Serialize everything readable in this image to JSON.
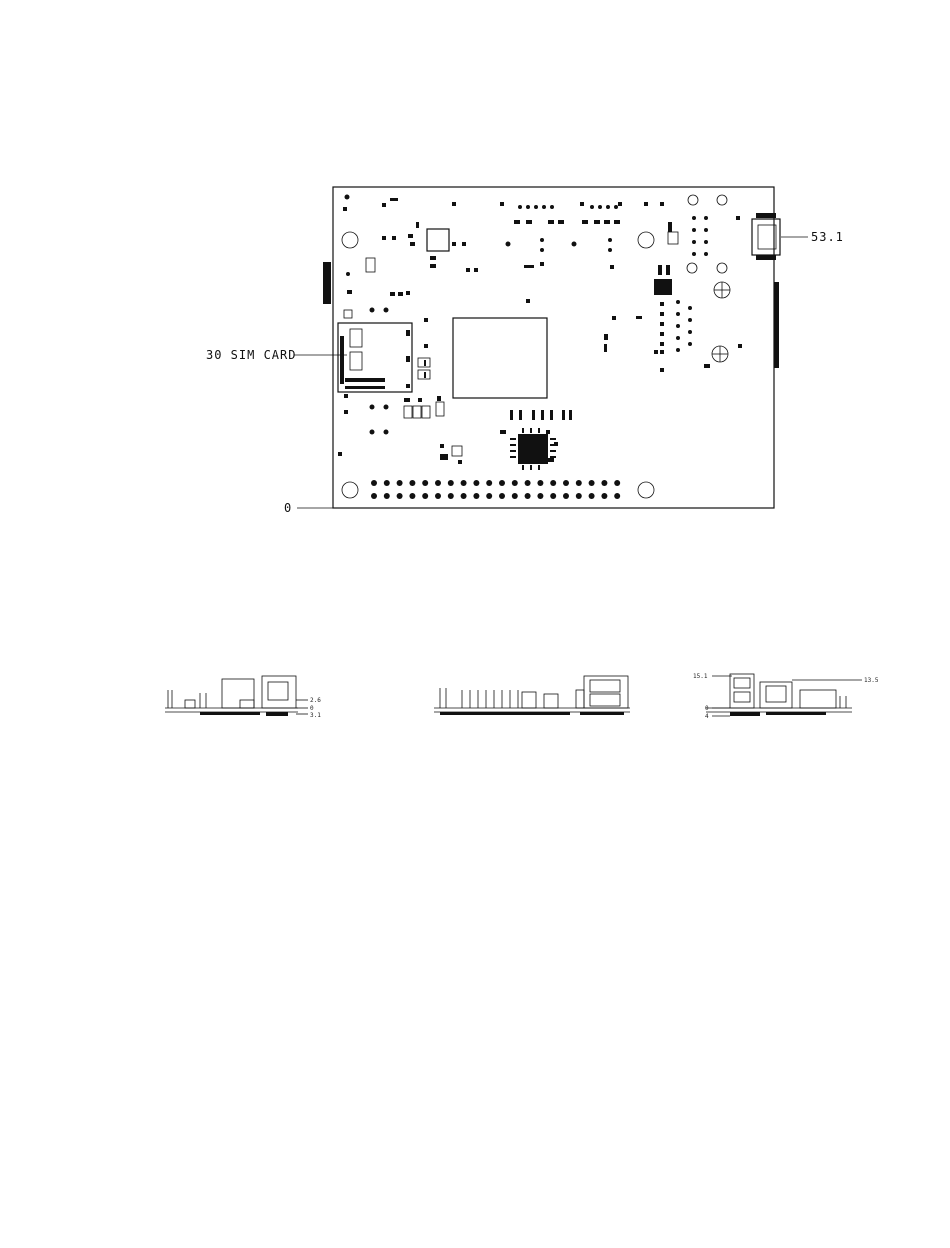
{
  "top_view": {
    "labels": {
      "sim_card": "30 SIM CARD",
      "right_edge": "53.1",
      "origin": "0"
    }
  },
  "side_views": {
    "left": {
      "labels": [
        "2.6",
        "0",
        "3.1"
      ]
    },
    "middle": {
      "labels": []
    },
    "right": {
      "labels": {
        "top_left": "15.1",
        "top_right": "13.5",
        "zero": "0",
        "bottom": "4"
      }
    }
  }
}
